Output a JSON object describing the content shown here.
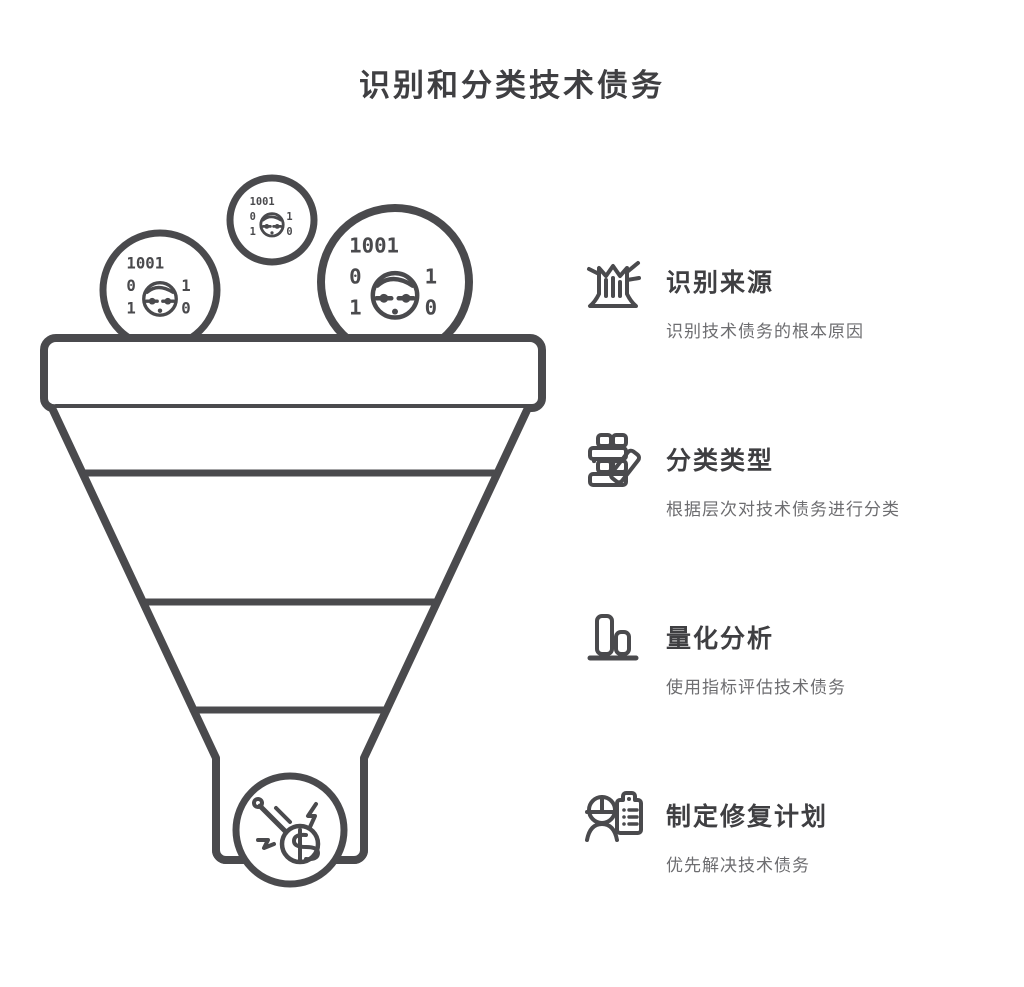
{
  "title": "识别和分类技术债务",
  "colors": {
    "stroke": "#4a4a4d",
    "title": "#3f3f42",
    "description": "#6d6d70",
    "background": "#ffffff"
  },
  "funnel": {
    "name": "funnel-diagram",
    "top_inputs": [
      {
        "icon": "binary-hacker-icon",
        "size": "small",
        "digits_top": "1001",
        "digits_mid_left": "0",
        "digits_mid_right": "1",
        "digits_bottom_left": "1",
        "digits_bottom_right": "0"
      },
      {
        "icon": "binary-hacker-icon",
        "size": "medium",
        "digits_top": "1001",
        "digits_mid_left": "0",
        "digits_mid_right": "1",
        "digits_bottom_left": "1",
        "digits_bottom_right": "0"
      },
      {
        "icon": "binary-hacker-icon",
        "size": "large",
        "digits_top": "1001",
        "digits_mid_left": "0",
        "digits_mid_right": "1",
        "digits_bottom_left": "1",
        "digits_bottom_right": "0"
      }
    ],
    "output": {
      "icon": "money-debt-icon",
      "symbol": "$"
    },
    "bands": 4
  },
  "steps": [
    {
      "icon": "tree-stump-icon",
      "title": "识别来源",
      "description": "识别技术债务的根本原因"
    },
    {
      "icon": "jenga-blocks-icon",
      "title": "分类类型",
      "description": "根据层次对技术债务进行分类"
    },
    {
      "icon": "bar-chart-icon",
      "title": "量化分析",
      "description": "使用指标评估技术债务"
    },
    {
      "icon": "person-clipboard-icon",
      "title": "制定修复计划",
      "description": "优先解决技术债务"
    }
  ]
}
